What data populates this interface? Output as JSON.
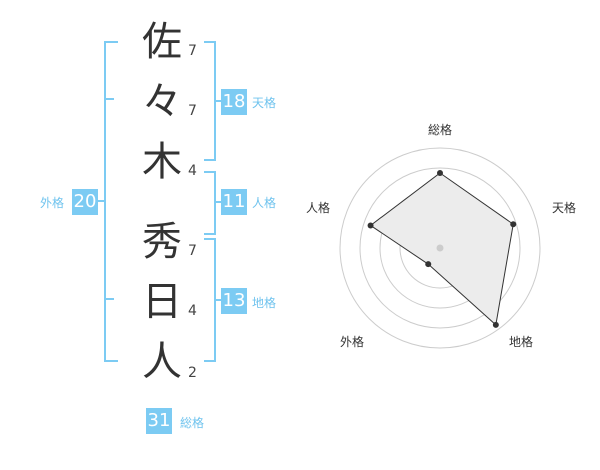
{
  "name_chars": [
    {
      "char": "佐",
      "strokes": "7"
    },
    {
      "char": "々",
      "strokes": "7"
    },
    {
      "char": "木",
      "strokes": "4"
    },
    {
      "char": "秀",
      "strokes": "7"
    },
    {
      "char": "日",
      "strokes": "4"
    },
    {
      "char": "人",
      "strokes": "2"
    }
  ],
  "fortunes": {
    "tenkaku": {
      "value": "18",
      "label": "天格"
    },
    "jinkaku": {
      "value": "11",
      "label": "人格"
    },
    "chikaku": {
      "value": "13",
      "label": "地格"
    },
    "gaikaku": {
      "value": "20",
      "label": "外格"
    },
    "soukaku": {
      "value": "31",
      "label": "総格"
    }
  },
  "chart_data": {
    "type": "radar",
    "axes": [
      "総格",
      "天格",
      "地格",
      "外格",
      "人格"
    ],
    "values": [
      0.75,
      0.77,
      0.95,
      0.2,
      0.73
    ],
    "range": [
      0,
      1
    ],
    "rings": 5,
    "colors": {
      "fill": "#ececec",
      "line": "#333333",
      "grid": "#cccccc",
      "accent": "#7ccbf3"
    }
  }
}
